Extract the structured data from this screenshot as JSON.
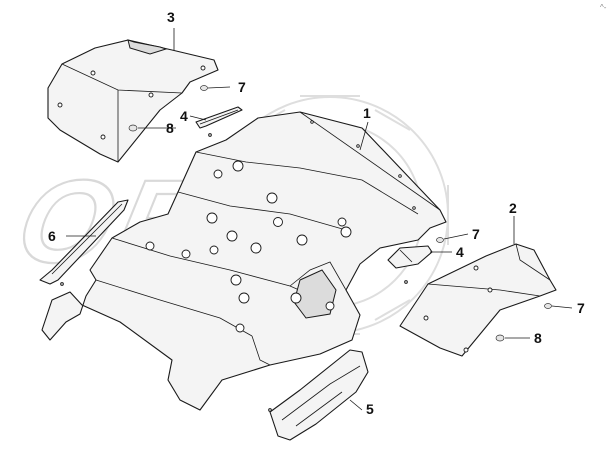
{
  "watermark": {
    "text": "OREX"
  },
  "corner_mark": "^-",
  "callouts": [
    {
      "id": "c1",
      "label": "1"
    },
    {
      "id": "c2",
      "label": "2"
    },
    {
      "id": "c3",
      "label": "3"
    },
    {
      "id": "c4a",
      "label": "4"
    },
    {
      "id": "c4b",
      "label": "4"
    },
    {
      "id": "c5",
      "label": "5"
    },
    {
      "id": "c6",
      "label": "6"
    },
    {
      "id": "c7a",
      "label": "7"
    },
    {
      "id": "c7b",
      "label": "7"
    },
    {
      "id": "c7c",
      "label": "7"
    },
    {
      "id": "c8a",
      "label": "8"
    },
    {
      "id": "c8b",
      "label": "8"
    }
  ]
}
